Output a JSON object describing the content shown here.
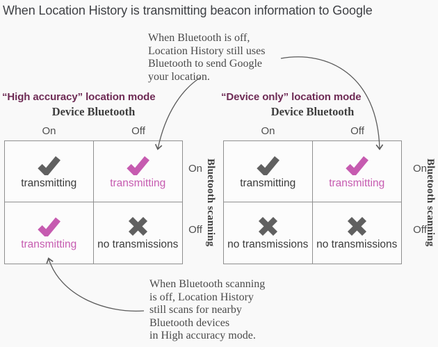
{
  "title": "When Location History is transmitting beacon information to Google",
  "annotations": {
    "top": "When Bluetooth is off,\nLocation History still uses\nBluetooth to send Google\nyour location.",
    "bottom": "When Bluetooth scanning\nis off, Location History\nstill scans for nearby\nBluetooth devices\nin High accuracy mode."
  },
  "colors": {
    "pink": "#c65bb0",
    "gray_icon": "#606060",
    "cell_text": "#3a3a3a",
    "plum": "#6e2b55",
    "background": "#f9f9f9",
    "grid_border": "#8f8f8f",
    "arrow": "#5a5a5a"
  },
  "matrices": [
    {
      "mode_label": "“High accuracy” location mode",
      "col_axis": "Device Bluetooth",
      "row_axis": "Bluetooth scanning",
      "col_labels": [
        "On",
        "Off"
      ],
      "row_labels": [
        "On",
        "Off"
      ],
      "cells": [
        [
          {
            "icon": "check",
            "color": "gray_icon",
            "label": "transmitting"
          },
          {
            "icon": "check",
            "color": "pink",
            "label": "transmitting"
          }
        ],
        [
          {
            "icon": "check",
            "color": "pink",
            "label": "transmitting"
          },
          {
            "icon": "x",
            "color": "gray_icon",
            "label": "no transmissions"
          }
        ]
      ]
    },
    {
      "mode_label": "“Device only” location mode",
      "col_axis": "Device Bluetooth",
      "row_axis": "Bluetooth scanning",
      "col_labels": [
        "On",
        "Off"
      ],
      "row_labels": [
        "On",
        "Off"
      ],
      "cells": [
        [
          {
            "icon": "check",
            "color": "gray_icon",
            "label": "transmitting"
          },
          {
            "icon": "check",
            "color": "pink",
            "label": "transmitting"
          }
        ],
        [
          {
            "icon": "x",
            "color": "gray_icon",
            "label": "no transmissions"
          },
          {
            "icon": "x",
            "color": "gray_icon",
            "label": "no transmissions"
          }
        ]
      ]
    }
  ]
}
